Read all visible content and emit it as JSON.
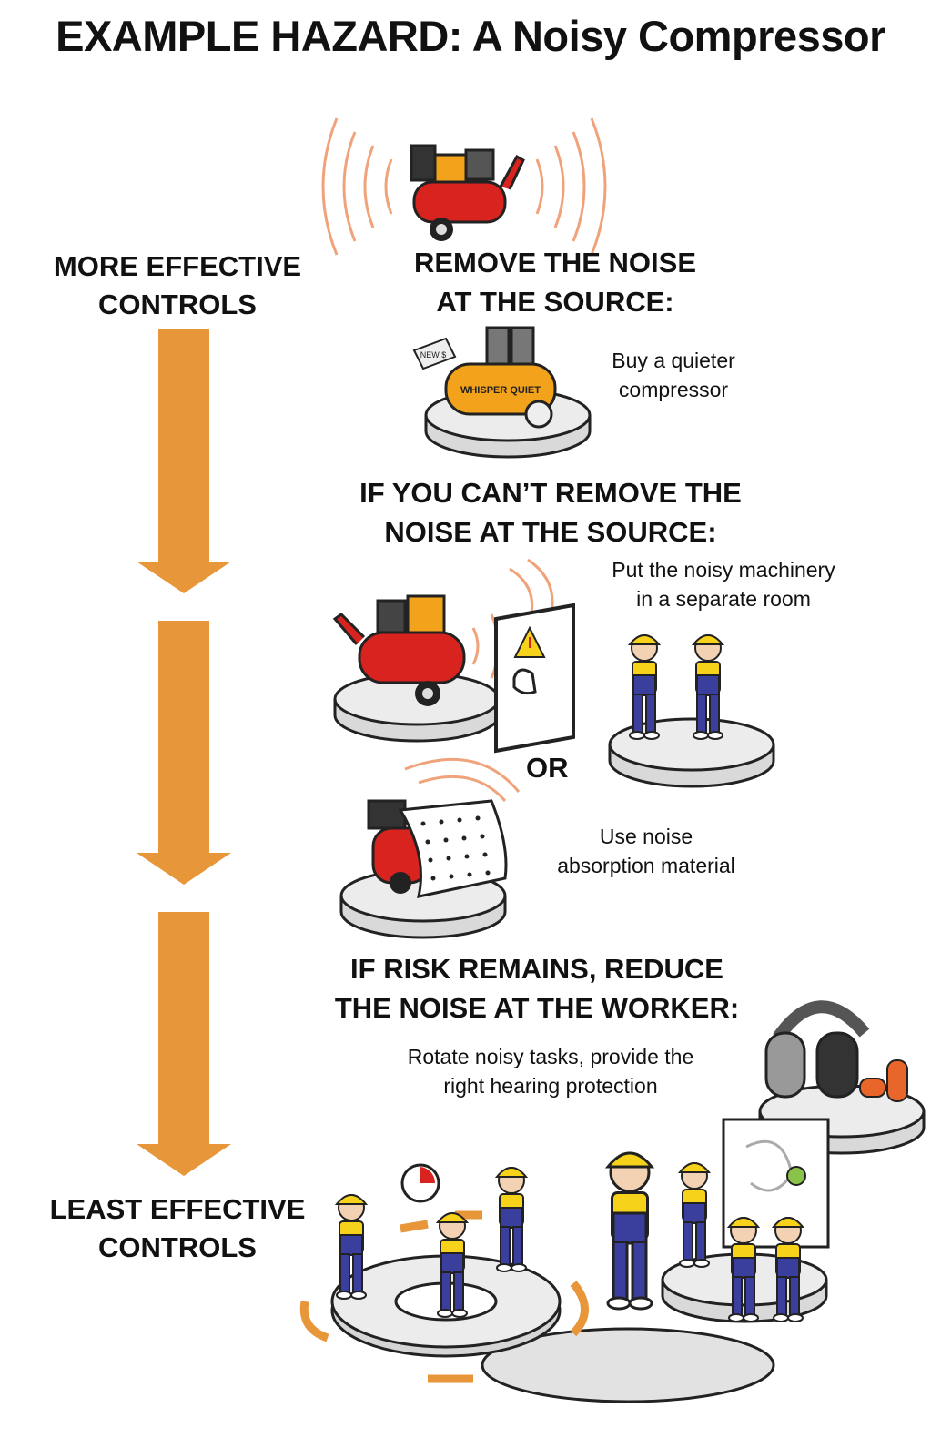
{
  "title": "EXAMPLE HAZARD: A Noisy Compressor",
  "scale": {
    "top_label": [
      "MORE EFFECTIVE",
      "CONTROLS"
    ],
    "bottom_label": [
      "LEAST EFFECTIVE",
      "CONTROLS"
    ],
    "arrow_color": "#E8963A"
  },
  "steps": [
    {
      "heading": [
        "REMOVE THE NOISE",
        "AT THE SOURCE:"
      ],
      "options": [
        {
          "caption": [
            "Buy a quieter",
            "compressor"
          ],
          "icon": "quiet-compressor-icon"
        }
      ]
    },
    {
      "heading": [
        "IF YOU CAN’T REMOVE THE",
        "NOISE AT THE SOURCE:"
      ],
      "options": [
        {
          "caption": [
            "Put the noisy machinery",
            "in a separate room"
          ],
          "icon": "separate-room-icon"
        },
        {
          "caption": [
            "Use noise",
            "absorption material"
          ],
          "icon": "absorption-material-icon"
        }
      ],
      "connector": "OR"
    },
    {
      "heading": [
        "IF RISK REMAINS, REDUCE",
        "THE NOISE AT THE WORKER:"
      ],
      "options": [
        {
          "caption": [
            "Rotate noisy tasks, provide the",
            "right hearing protection"
          ],
          "icon": "hearing-protection-icon"
        }
      ]
    }
  ],
  "labels": {
    "quiet_compressor_brand": "WHISPER QUIET",
    "price_tag": "NEW $"
  },
  "colors": {
    "compressor_red": "#D8231F",
    "engine_orange": "#F2A21B",
    "sound_waves": "#F0A37A",
    "hardhat_yellow": "#F7D21A",
    "overalls_blue": "#3A3F9E",
    "plinth_grey": "#E4E4E4"
  }
}
